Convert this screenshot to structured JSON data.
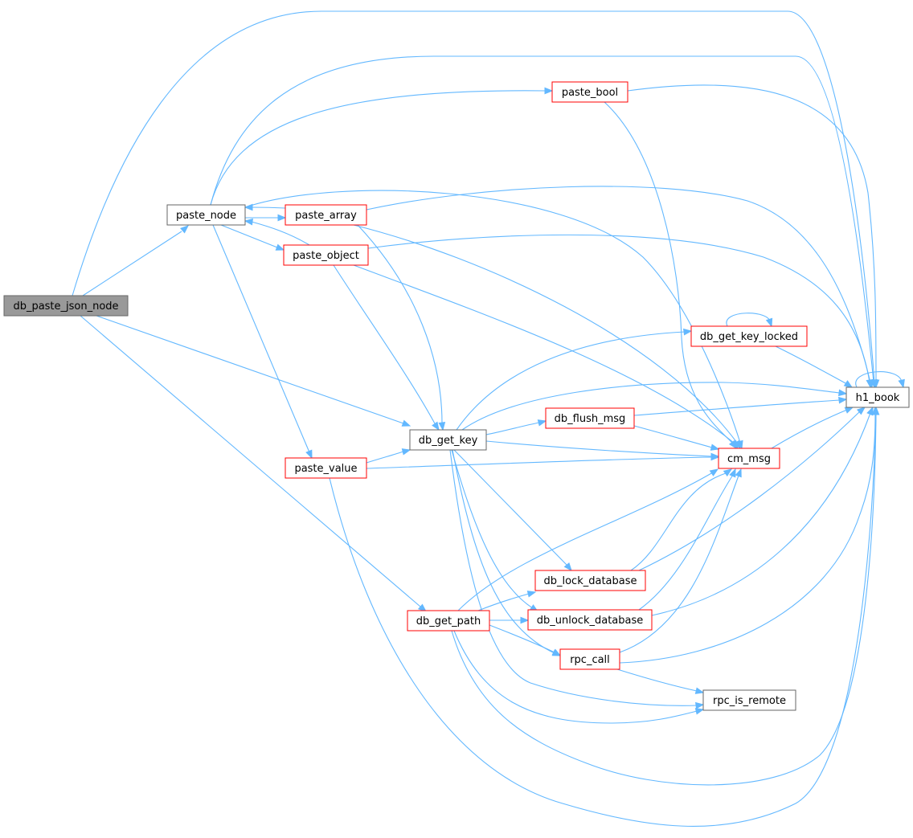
{
  "colors": {
    "edge": "#63b8ff",
    "root_fill": "#999999",
    "root_border": "#666666",
    "node_fill": "#ffffff",
    "normal_border": "#666666",
    "red_border": "#ff0000"
  },
  "nodes": [
    {
      "id": "db_paste_json_node",
      "label": "db_paste_json_node",
      "kind": "root"
    },
    {
      "id": "paste_node",
      "label": "paste_node",
      "kind": "normal"
    },
    {
      "id": "paste_array",
      "label": "paste_array",
      "kind": "red"
    },
    {
      "id": "paste_object",
      "label": "paste_object",
      "kind": "red"
    },
    {
      "id": "paste_bool",
      "label": "paste_bool",
      "kind": "red"
    },
    {
      "id": "paste_value",
      "label": "paste_value",
      "kind": "red"
    },
    {
      "id": "db_get_key",
      "label": "db_get_key",
      "kind": "normal"
    },
    {
      "id": "db_get_path",
      "label": "db_get_path",
      "kind": "red"
    },
    {
      "id": "db_get_key_locked",
      "label": "db_get_key_locked",
      "kind": "red"
    },
    {
      "id": "db_flush_msg",
      "label": "db_flush_msg",
      "kind": "red"
    },
    {
      "id": "cm_msg",
      "label": "cm_msg",
      "kind": "red"
    },
    {
      "id": "db_lock_database",
      "label": "db_lock_database",
      "kind": "red"
    },
    {
      "id": "db_unlock_database",
      "label": "db_unlock_database",
      "kind": "red"
    },
    {
      "id": "rpc_call",
      "label": "rpc_call",
      "kind": "red"
    },
    {
      "id": "rpc_is_remote",
      "label": "rpc_is_remote",
      "kind": "normal"
    },
    {
      "id": "h1_book",
      "label": "h1_book",
      "kind": "normal"
    }
  ]
}
